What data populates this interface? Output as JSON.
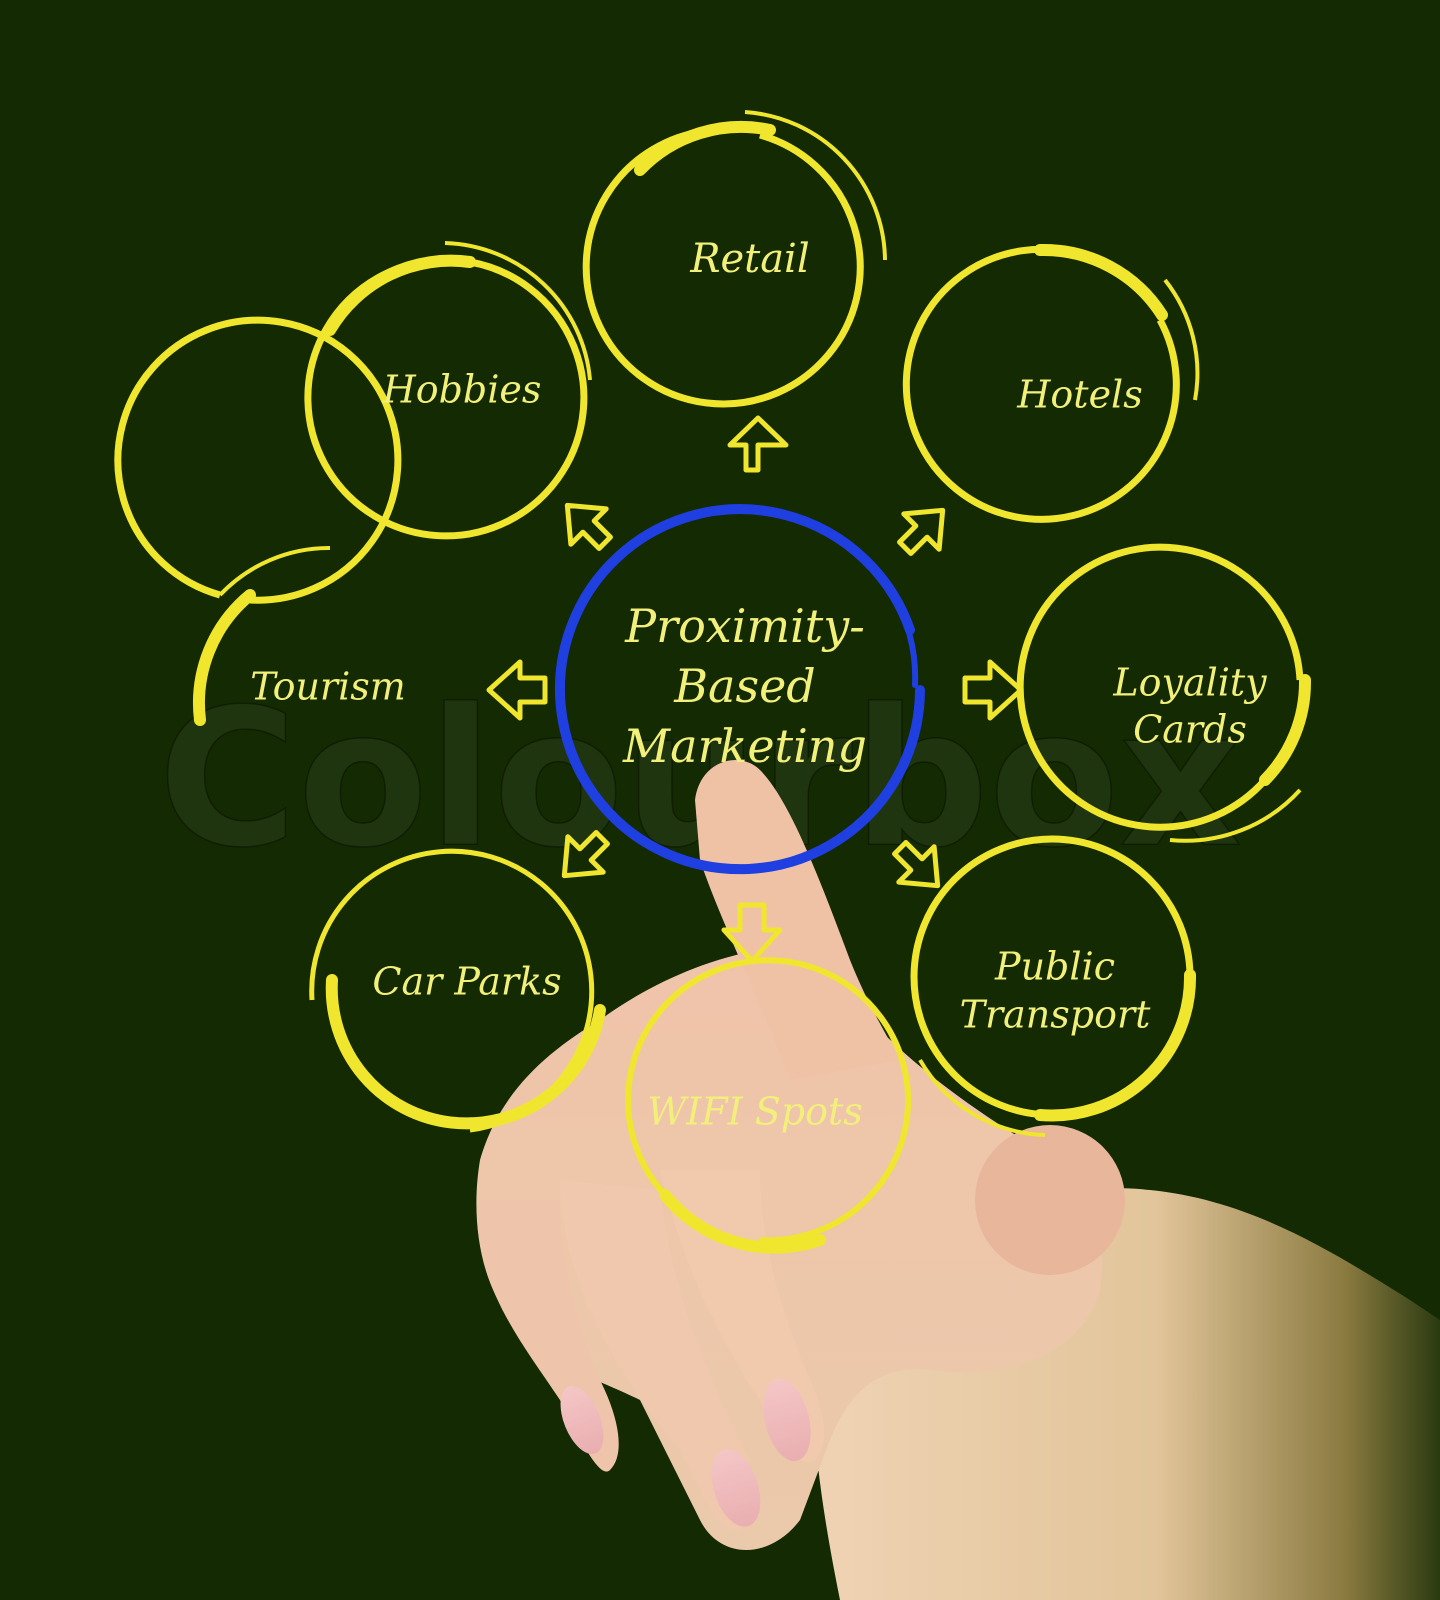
{
  "diagram": {
    "title": "Proximity-Based Marketing",
    "center": {
      "lines": [
        "Proximity-",
        "Based",
        "Marketing"
      ],
      "ring_color": "#1f3fe0"
    },
    "nodes": [
      {
        "id": "retail",
        "lines": [
          "Retail"
        ]
      },
      {
        "id": "hotels",
        "lines": [
          "Hotels"
        ]
      },
      {
        "id": "loyality-cards",
        "lines": [
          "Loyality",
          "Cards"
        ]
      },
      {
        "id": "public-transport",
        "lines": [
          "Public",
          "Transport"
        ]
      },
      {
        "id": "wifi-spots",
        "lines": [
          "WIFI Spots"
        ]
      },
      {
        "id": "car-parks",
        "lines": [
          "Car Parks"
        ]
      },
      {
        "id": "tourism",
        "lines": [
          "Tourism"
        ]
      },
      {
        "id": "hobbies",
        "lines": [
          "Hobbies"
        ]
      }
    ],
    "colors": {
      "background": "#132a02",
      "circle_stroke": "#f0e62e",
      "text": "#f2f07a",
      "center_ring": "#1f3fe0"
    }
  },
  "watermark": {
    "text": "Colourbox"
  }
}
